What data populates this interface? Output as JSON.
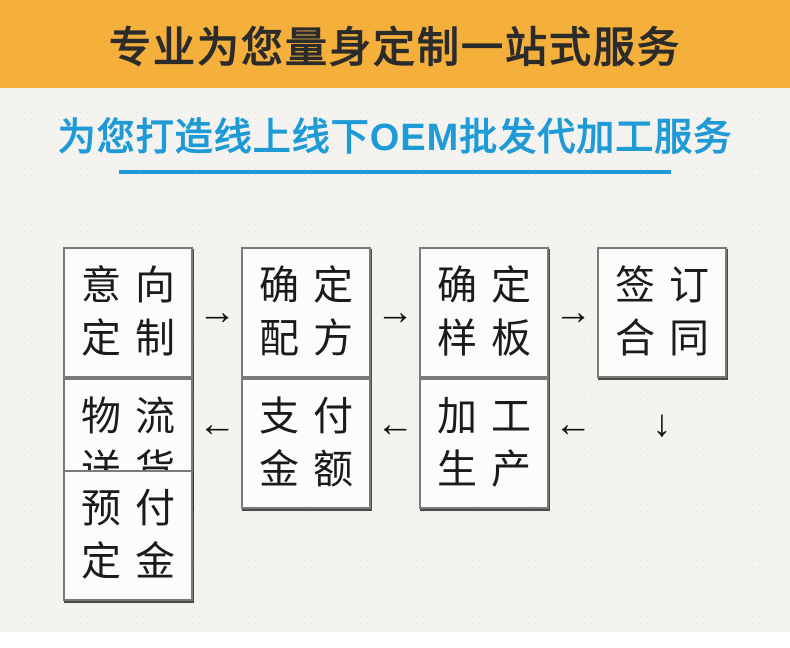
{
  "banner": {
    "title": "专业为您量身定制一站式服务"
  },
  "subtitle": {
    "text": "为您打造线上线下OEM批发代加工服务"
  },
  "colors": {
    "banner_bg": "#F5B03C",
    "banner_text": "#2B2B2B",
    "accent_blue": "#1E9BD7",
    "page_bg": "#F4F3F0",
    "box_border": "#7A7A7A",
    "box_text": "#1B1B1B"
  },
  "flowchart": {
    "arrows": {
      "right": "→",
      "left": "←",
      "down": "↓"
    },
    "top_row": [
      {
        "line1": "意向",
        "line2": "定制"
      },
      {
        "line1": "确定",
        "line2": "配方"
      },
      {
        "line1": "确定",
        "line2": "样板"
      },
      {
        "line1": "签订",
        "line2": "合同"
      }
    ],
    "bottom_row": [
      {
        "line1": "物流",
        "line2": "送货"
      },
      {
        "line1": "支付",
        "line2": "金额"
      },
      {
        "line1": "加工",
        "line2": "生产"
      },
      {
        "line1": "预付",
        "line2": "定金"
      }
    ]
  }
}
